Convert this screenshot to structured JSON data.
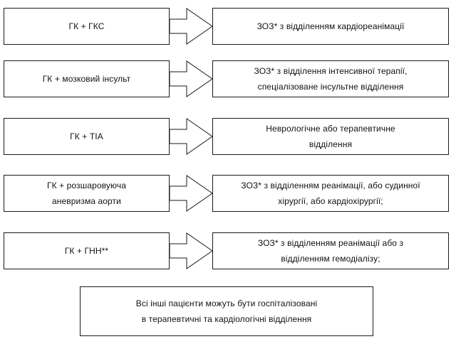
{
  "rows": [
    {
      "condition": [
        "ГК + ГКС"
      ],
      "destination": [
        "ЗОЗ* з відділенням кардіореанімації"
      ]
    },
    {
      "condition": [
        "ГК + мозковий інсульт"
      ],
      "destination": [
        "ЗОЗ* з відділення інтенсивної терапії,",
        "спеціалізоване інсультне відділення"
      ]
    },
    {
      "condition": [
        "ГК + TIA"
      ],
      "destination": [
        "Неврологічне або терапевтичне",
        "відділення"
      ]
    },
    {
      "condition": [
        "ГК + розшаровуюча",
        "аневризма аорти"
      ],
      "destination": [
        "ЗОЗ* з відділенням реанімації, або судинної",
        "хірургії, або кардіохірургії;"
      ]
    },
    {
      "condition": [
        "ГК + ГНН**"
      ],
      "destination": [
        "ЗОЗ* з відділенням реанімації або з",
        "відділенням гемодіалізу;"
      ]
    }
  ],
  "footer": [
    "Всі інші пацієнти можуть бути госпіталізовані",
    "в терапевтичні та кардіологічні відділення"
  ]
}
